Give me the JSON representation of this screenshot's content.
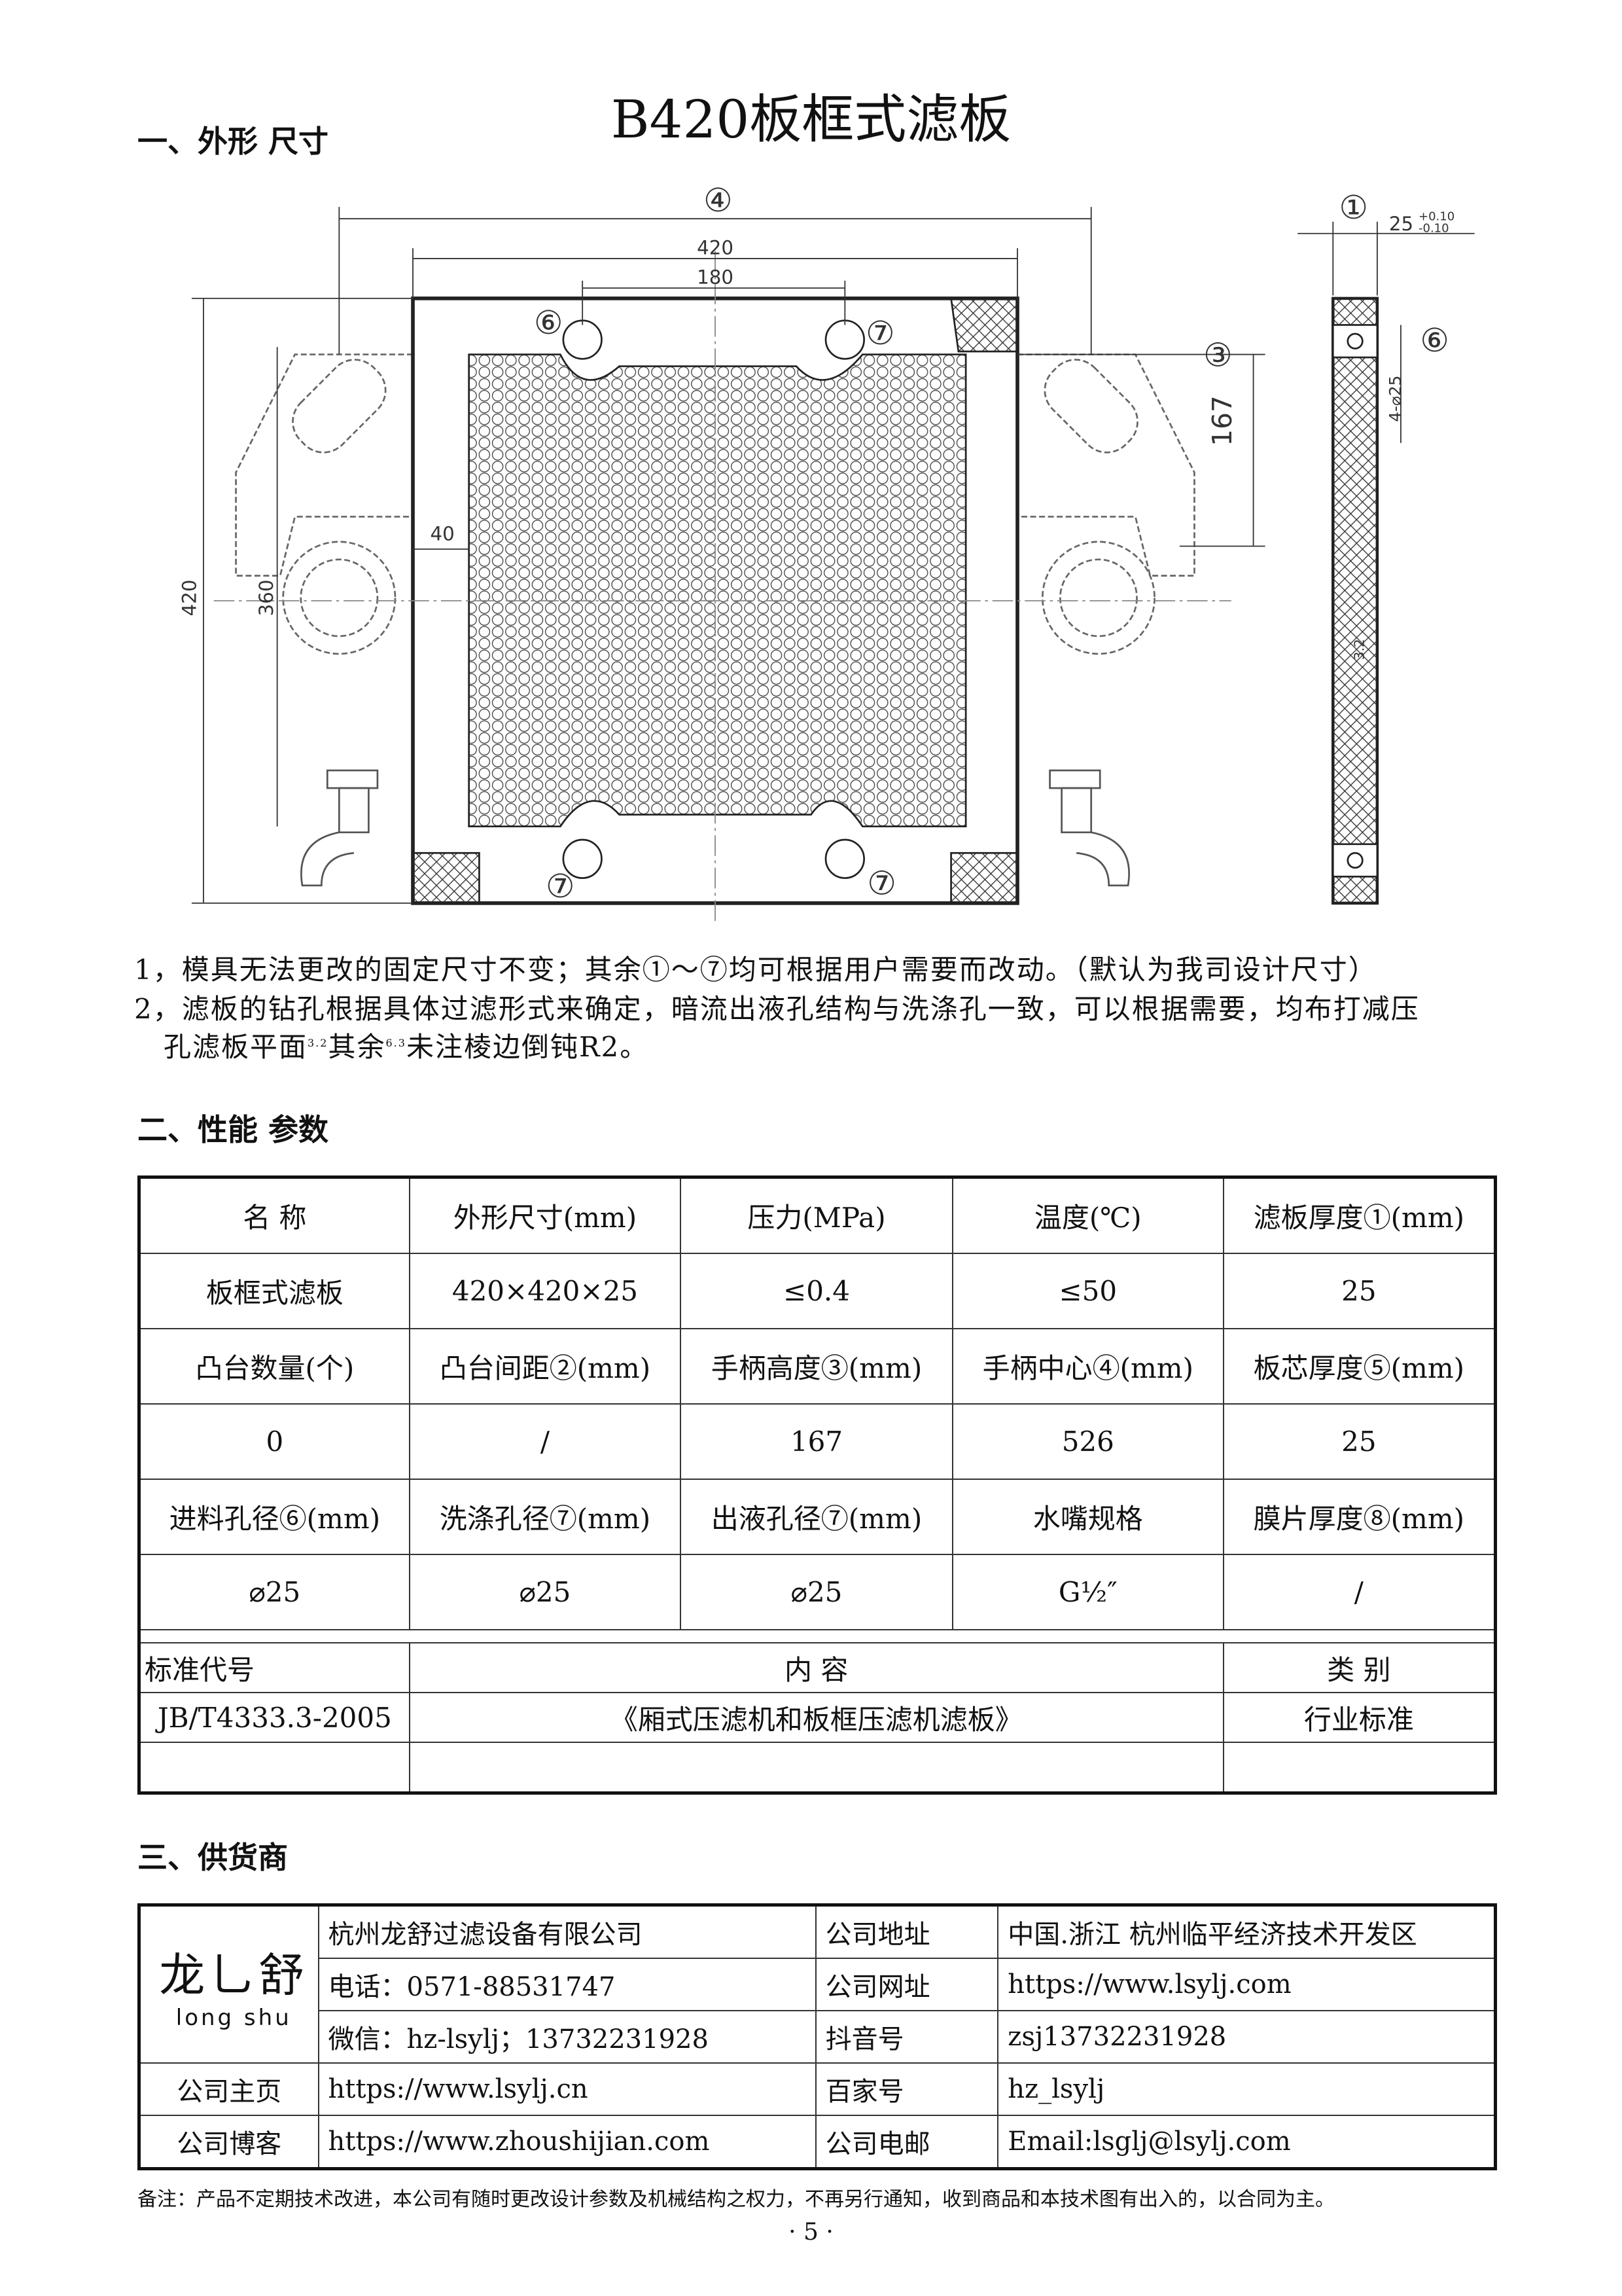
{
  "title": "B420板框式滤板",
  "sections": {
    "shape": "一、外形 尺寸",
    "performance": "二、性能 参数",
    "supplier": "三、供货商"
  },
  "drawing": {
    "labels": {
      "dim4": "④",
      "w420": "420",
      "w180": "180",
      "h420": "420",
      "h360": "360",
      "d40": "40",
      "h167": "167",
      "dim3": "③",
      "dim1": "①",
      "t25": "25",
      "tol_up": "+0.10",
      "tol_dn": "-0.10",
      "hole6a": "⑥",
      "hole7a": "⑦",
      "hole7b": "⑦",
      "hole7c": "⑦",
      "hole6b": "⑥",
      "holes": "4-⌀25",
      "rough": "3.2"
    }
  },
  "notes": [
    "1，模具无法更改的固定尺寸不变；其余①～⑦均可根据用户需要而改动。（默认为我司设计尺寸）",
    "2，滤板的钻孔根据具体过滤形式来确定，暗流出液孔结构与洗涤孔一致，可以根据需要，均布打减压",
    "孔滤板平面",
    "其余",
    "未注棱边倒钝R2。"
  ],
  "roughness": {
    "a": "3.2",
    "b": "6.3"
  },
  "spec_table": {
    "rows": [
      [
        "名  称",
        "外形尺寸(mm)",
        "压力(MPa)",
        "温度(℃)",
        "滤板厚度①(mm)"
      ],
      [
        "板框式滤板",
        "420×420×25",
        "≤0.4",
        "≤50",
        "25"
      ],
      [
        "凸台数量(个)",
        "凸台间距②(mm)",
        "手柄高度③(mm)",
        "手柄中心④(mm)",
        "板芯厚度⑤(mm)"
      ],
      [
        "0",
        "/",
        "167",
        "526",
        "25"
      ],
      [
        "进料孔径⑥(mm)",
        "洗涤孔径⑦(mm)",
        "出液孔径⑦(mm)",
        "水嘴规格",
        "膜片厚度⑧(mm)"
      ],
      [
        "⌀25",
        "⌀25",
        "⌀25",
        "G½″",
        "/"
      ]
    ],
    "standard": {
      "headers": [
        "标准代号",
        "内      容",
        "类    别"
      ],
      "row": [
        "JB/T4333.3-2005",
        "《厢式压滤机和板框压滤机滤板》",
        "行业标准"
      ]
    }
  },
  "supplier": {
    "logo_text": "龙乚舒",
    "logo_sub": "long shu",
    "company": "杭州龙舒过滤设备有限公司",
    "phone": "电话：0571-88531747",
    "wechat": "微信：hz-lsylj；13732231928",
    "address_label": "公司地址",
    "address": "中国.浙江 杭州临平经济技术开发区",
    "website_label": "公司网址",
    "website": "https://www.lsylj.com",
    "douyin_label": "抖音号",
    "douyin": "zsj13732231928",
    "home_label": "公司主页",
    "home": "https://www.lsylj.cn",
    "baijia_label": "百家号",
    "baijia": "hz_lsylj",
    "blog_label": "公司博客",
    "blog": "https://www.zhoushijian.com",
    "email_label": "公司电邮",
    "email": "Email:lsglj@lsylj.com"
  },
  "footer_note": "备注：产品不定期技术改进，本公司有随时更改设计参数及机械结构之权力，不再另行通知，收到商品和本技术图有出入的，以合同为主。",
  "page_number": "· 5 ·"
}
